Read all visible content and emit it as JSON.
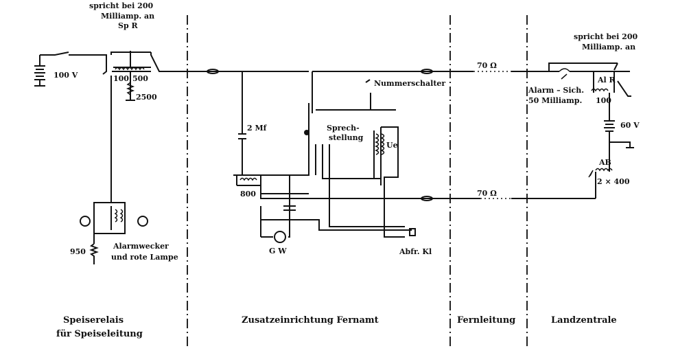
{
  "speiserelais": {
    "relay_note_1": "spricht bei 200",
    "relay_note_2": "Milliamp. an",
    "relay_name": "Sp R",
    "battery": "100 V",
    "winding_1": "100",
    "winding_2": "500",
    "resistor": "2500",
    "resistor_alarm": "950",
    "alarm_1": "Alarmwecker",
    "alarm_2": "und rote Lampe"
  },
  "fernamt": {
    "capacitor": "2 Mf",
    "relay_winding": "800",
    "sprech_1": "Sprech-",
    "sprech_2": "stellung",
    "nummernschalter": "Nummerschalter",
    "transformer": "Ue",
    "gw": "G W",
    "abfr": "Abfr. Kl"
  },
  "fernleitung": {
    "top_resistance": "70 Ω",
    "bottom_resistance": "70 Ω"
  },
  "landzentrale": {
    "relay_note_1": "spricht bei 200",
    "relay_note_2": "Milliamp. an",
    "relay_name": "Al R",
    "fuse_1": "Alarm – Sich.",
    "fuse_2": "50 Milliamp.",
    "winding": "100",
    "battery": "60 V",
    "ab": "AB",
    "ab_winding": "2 × 400"
  },
  "sections": {
    "s1_line1": "Speiserelais",
    "s1_line2": "für Speiseleitung",
    "s2": "Zusatzeinrichtung Fernamt",
    "s3": "Fernleitung",
    "s4": "Landzentrale"
  }
}
